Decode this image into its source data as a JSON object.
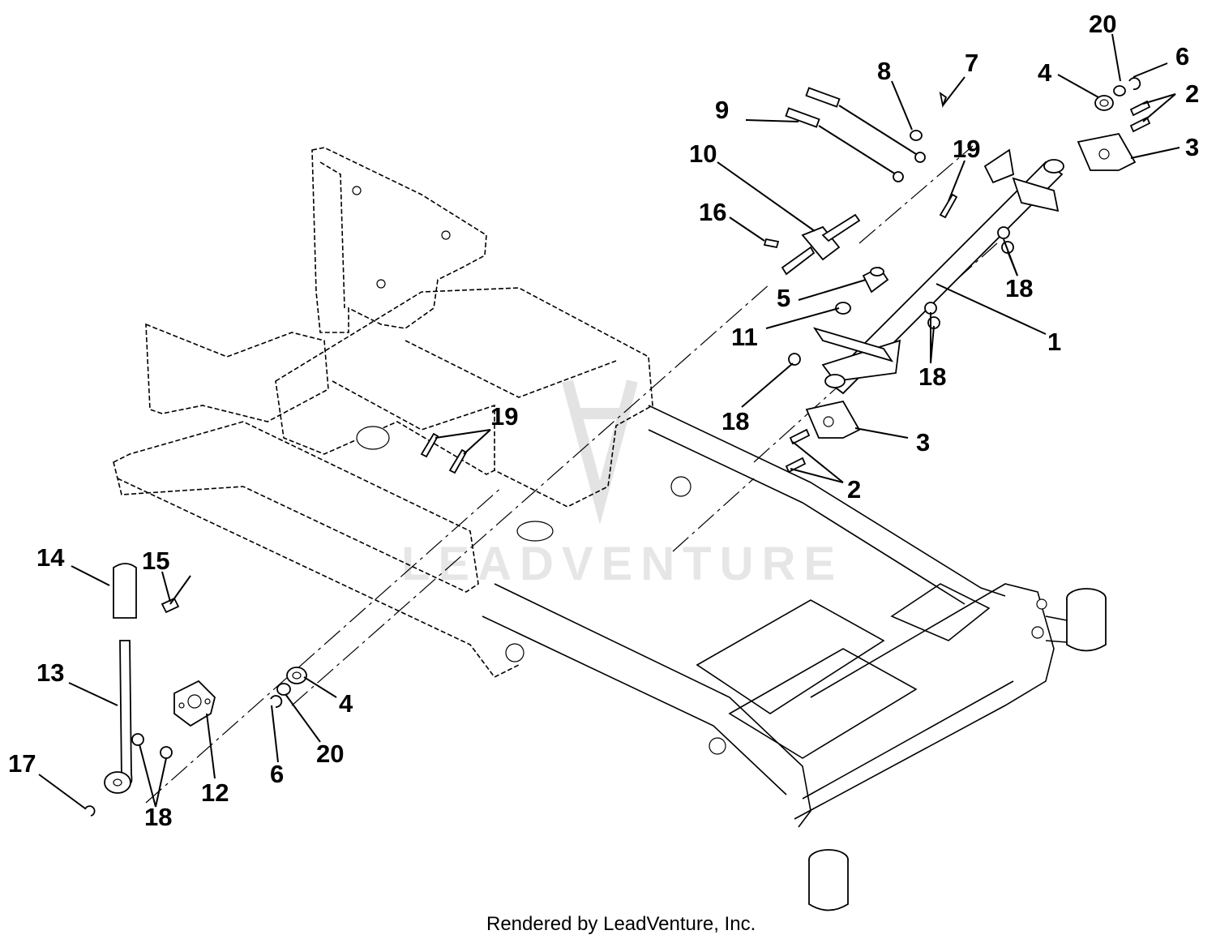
{
  "watermark": {
    "text": "LEADVENTURE"
  },
  "footer": {
    "text": "Rendered by LeadVenture, Inc."
  },
  "callouts": [
    {
      "label": "20"
    },
    {
      "label": "6"
    },
    {
      "label": "4"
    },
    {
      "label": "2"
    },
    {
      "label": "3"
    },
    {
      "label": "8"
    },
    {
      "label": "7"
    },
    {
      "label": "9"
    },
    {
      "label": "10"
    },
    {
      "label": "19"
    },
    {
      "label": "16"
    },
    {
      "label": "18"
    },
    {
      "label": "5"
    },
    {
      "label": "1"
    },
    {
      "label": "11"
    },
    {
      "label": "18"
    },
    {
      "label": "18"
    },
    {
      "label": "3"
    },
    {
      "label": "2"
    },
    {
      "label": "19"
    },
    {
      "label": "14"
    },
    {
      "label": "15"
    },
    {
      "label": "13"
    },
    {
      "label": "4"
    },
    {
      "label": "20"
    },
    {
      "label": "6"
    },
    {
      "label": "12"
    },
    {
      "label": "17"
    },
    {
      "label": "18"
    }
  ]
}
